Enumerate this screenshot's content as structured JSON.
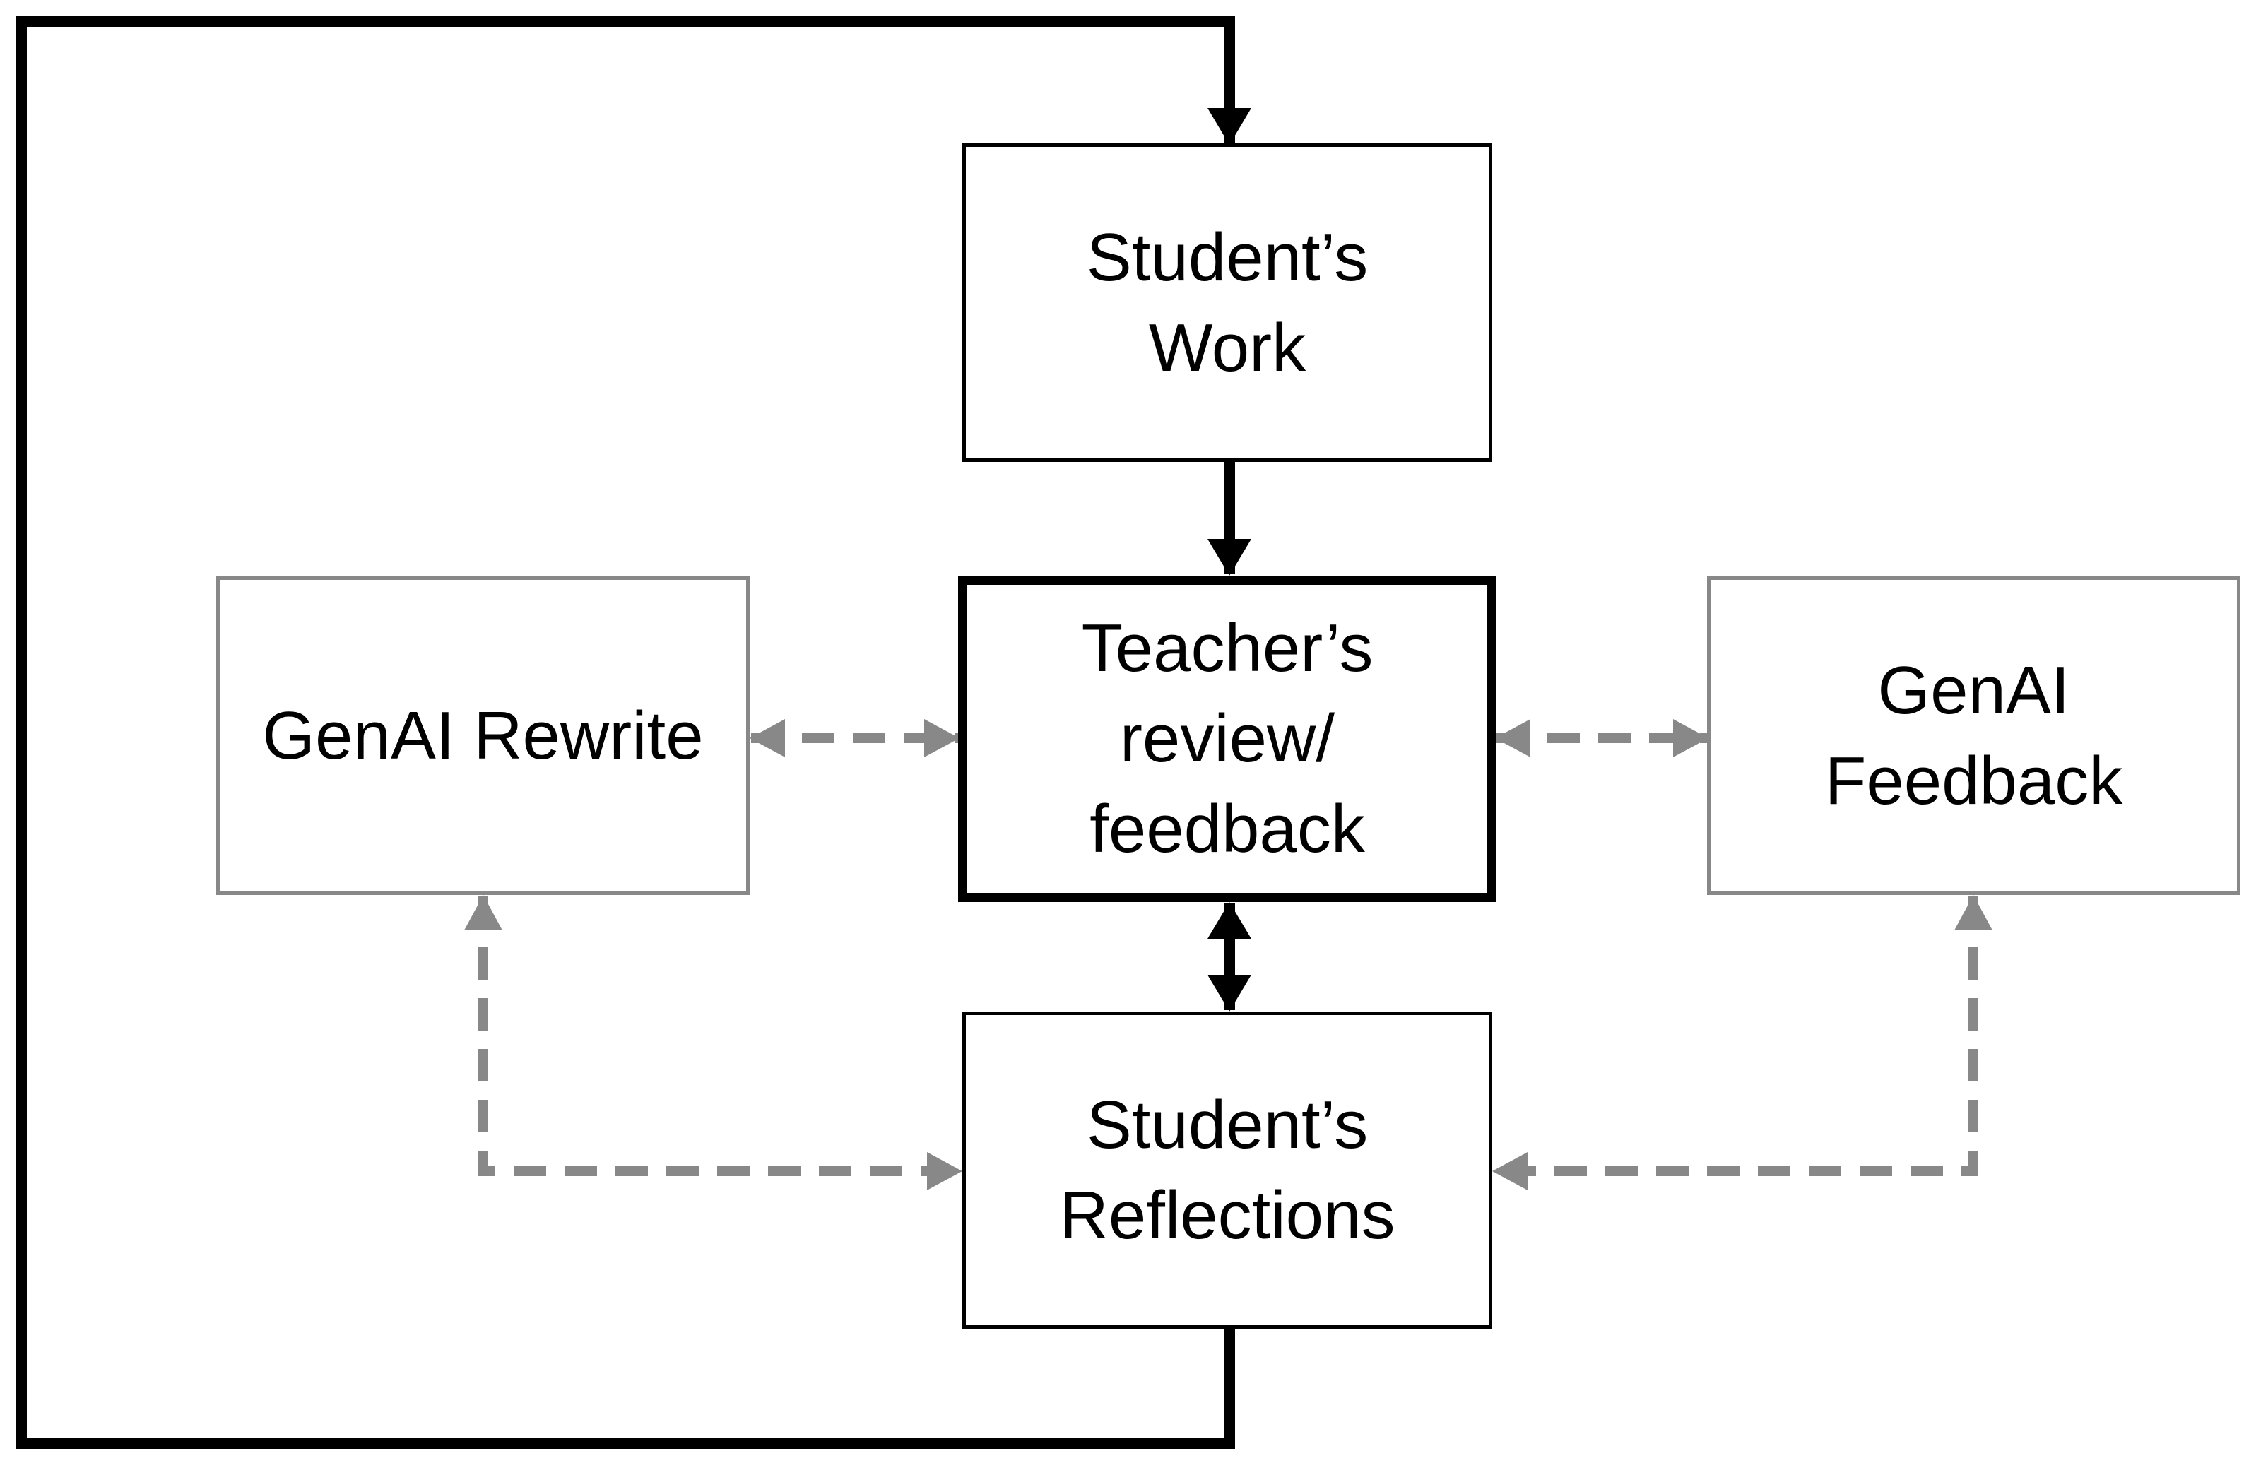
{
  "diagram": {
    "nodes": {
      "student_work": {
        "line1": "Student’s",
        "line2": "Work"
      },
      "teacher_review": {
        "line1": "Teacher’s",
        "line2": "review/",
        "line3": "feedback"
      },
      "student_reflections": {
        "line1": "Student’s",
        "line2": "Reflections"
      },
      "genai_rewrite": {
        "line1": "GenAI Rewrite"
      },
      "genai_feedback": {
        "line1": "GenAI",
        "line2": "Feedback"
      }
    },
    "edges": [
      {
        "from": "student_work",
        "to": "teacher_review",
        "style": "solid"
      },
      {
        "from": "teacher_review",
        "to": "student_reflections",
        "style": "solid",
        "bidirectional": true
      },
      {
        "from": "student_reflections",
        "to": "student_work",
        "style": "solid",
        "routing": "loop-left"
      },
      {
        "from": "genai_rewrite",
        "to": "teacher_review",
        "style": "dashed",
        "bidirectional": true
      },
      {
        "from": "teacher_review",
        "to": "genai_feedback",
        "style": "dashed",
        "bidirectional": true
      },
      {
        "from": "genai_rewrite",
        "to": "student_reflections",
        "style": "dashed",
        "bidirectional": true
      },
      {
        "from": "genai_feedback",
        "to": "student_reflections",
        "style": "dashed",
        "bidirectional": true
      }
    ],
    "colors": {
      "primary": "#000000",
      "genai": "#888888",
      "background": "#ffffff"
    }
  }
}
